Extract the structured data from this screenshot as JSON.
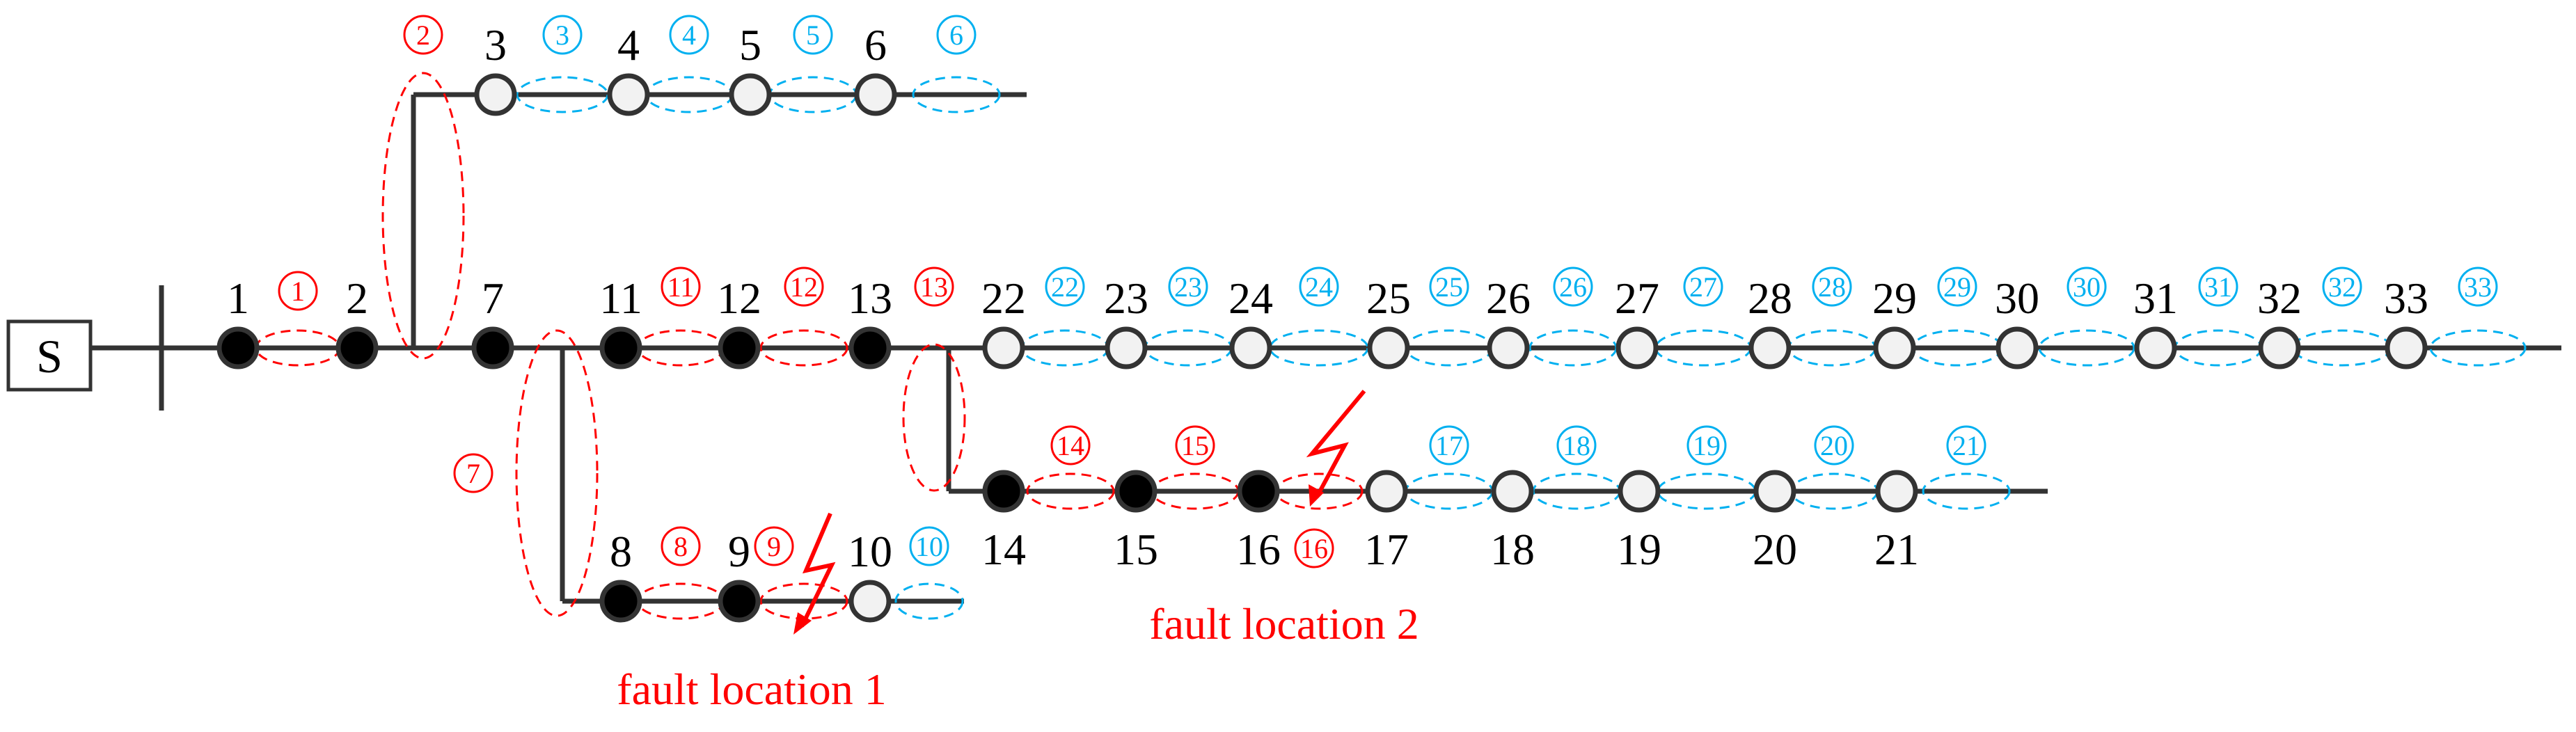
{
  "source_label": "S",
  "fault_labels": [
    "fault location 1",
    "fault location 2"
  ],
  "nodes": [
    {
      "id": "1",
      "state": "black"
    },
    {
      "id": "2",
      "state": "black"
    },
    {
      "id": "3",
      "state": "white"
    },
    {
      "id": "4",
      "state": "white"
    },
    {
      "id": "5",
      "state": "white"
    },
    {
      "id": "6",
      "state": "white"
    },
    {
      "id": "7",
      "state": "black"
    },
    {
      "id": "8",
      "state": "black"
    },
    {
      "id": "9",
      "state": "black"
    },
    {
      "id": "10",
      "state": "white"
    },
    {
      "id": "11",
      "state": "black"
    },
    {
      "id": "12",
      "state": "black"
    },
    {
      "id": "13",
      "state": "black"
    },
    {
      "id": "14",
      "state": "black"
    },
    {
      "id": "15",
      "state": "black"
    },
    {
      "id": "16",
      "state": "black"
    },
    {
      "id": "17",
      "state": "white"
    },
    {
      "id": "18",
      "state": "white"
    },
    {
      "id": "19",
      "state": "white"
    },
    {
      "id": "20",
      "state": "white"
    },
    {
      "id": "21",
      "state": "white"
    },
    {
      "id": "22",
      "state": "white"
    },
    {
      "id": "23",
      "state": "white"
    },
    {
      "id": "24",
      "state": "white"
    },
    {
      "id": "25",
      "state": "white"
    },
    {
      "id": "26",
      "state": "white"
    },
    {
      "id": "27",
      "state": "white"
    },
    {
      "id": "28",
      "state": "white"
    },
    {
      "id": "29",
      "state": "white"
    },
    {
      "id": "30",
      "state": "white"
    },
    {
      "id": "31",
      "state": "white"
    },
    {
      "id": "32",
      "state": "white"
    },
    {
      "id": "33",
      "state": "white"
    }
  ],
  "zones": [
    {
      "id": "1",
      "color": "red"
    },
    {
      "id": "2",
      "color": "red"
    },
    {
      "id": "3",
      "color": "blue"
    },
    {
      "id": "4",
      "color": "blue"
    },
    {
      "id": "5",
      "color": "blue"
    },
    {
      "id": "6",
      "color": "blue"
    },
    {
      "id": "7",
      "color": "red"
    },
    {
      "id": "8",
      "color": "red"
    },
    {
      "id": "9",
      "color": "red"
    },
    {
      "id": "10",
      "color": "blue"
    },
    {
      "id": "11",
      "color": "red"
    },
    {
      "id": "12",
      "color": "red"
    },
    {
      "id": "13",
      "color": "red"
    },
    {
      "id": "14",
      "color": "red"
    },
    {
      "id": "15",
      "color": "red"
    },
    {
      "id": "16",
      "color": "red"
    },
    {
      "id": "17",
      "color": "blue"
    },
    {
      "id": "18",
      "color": "blue"
    },
    {
      "id": "19",
      "color": "blue"
    },
    {
      "id": "20",
      "color": "blue"
    },
    {
      "id": "21",
      "color": "blue"
    },
    {
      "id": "22",
      "color": "blue"
    },
    {
      "id": "23",
      "color": "blue"
    },
    {
      "id": "24",
      "color": "blue"
    },
    {
      "id": "25",
      "color": "blue"
    },
    {
      "id": "26",
      "color": "blue"
    },
    {
      "id": "27",
      "color": "blue"
    },
    {
      "id": "28",
      "color": "blue"
    },
    {
      "id": "29",
      "color": "blue"
    },
    {
      "id": "30",
      "color": "blue"
    },
    {
      "id": "31",
      "color": "blue"
    },
    {
      "id": "32",
      "color": "blue"
    },
    {
      "id": "33",
      "color": "blue"
    }
  ],
  "colors": {
    "fault": "#ff0000",
    "isolated_zone": "#ff0000",
    "restored_zone": "#00b0f0",
    "line": "#333333"
  }
}
